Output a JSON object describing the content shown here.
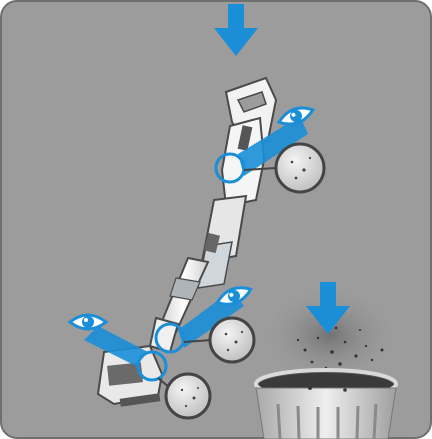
{
  "illustration": {
    "kind": "instruction-diagram",
    "colors": {
      "panel_background": "#9c9c9c",
      "panel_border": "#6f6f6f",
      "arrow_blue": "#1a8fd8",
      "inspection_cone_blue": "#1a8fd8",
      "vacuum_body": "#f2f2f2",
      "vacuum_outline": "#4a4a4a",
      "dust_particle": "#333333",
      "bin_metal": "#d8d8d8"
    },
    "icons": [
      "down-arrow-icon",
      "eye-icon",
      "magnifier-inspection-circle",
      "stick-vacuum",
      "trash-bin"
    ],
    "inspection_points": [
      {
        "id": "handle-filter-area"
      },
      {
        "id": "nozzle-neck"
      },
      {
        "id": "floor-head"
      }
    ]
  }
}
